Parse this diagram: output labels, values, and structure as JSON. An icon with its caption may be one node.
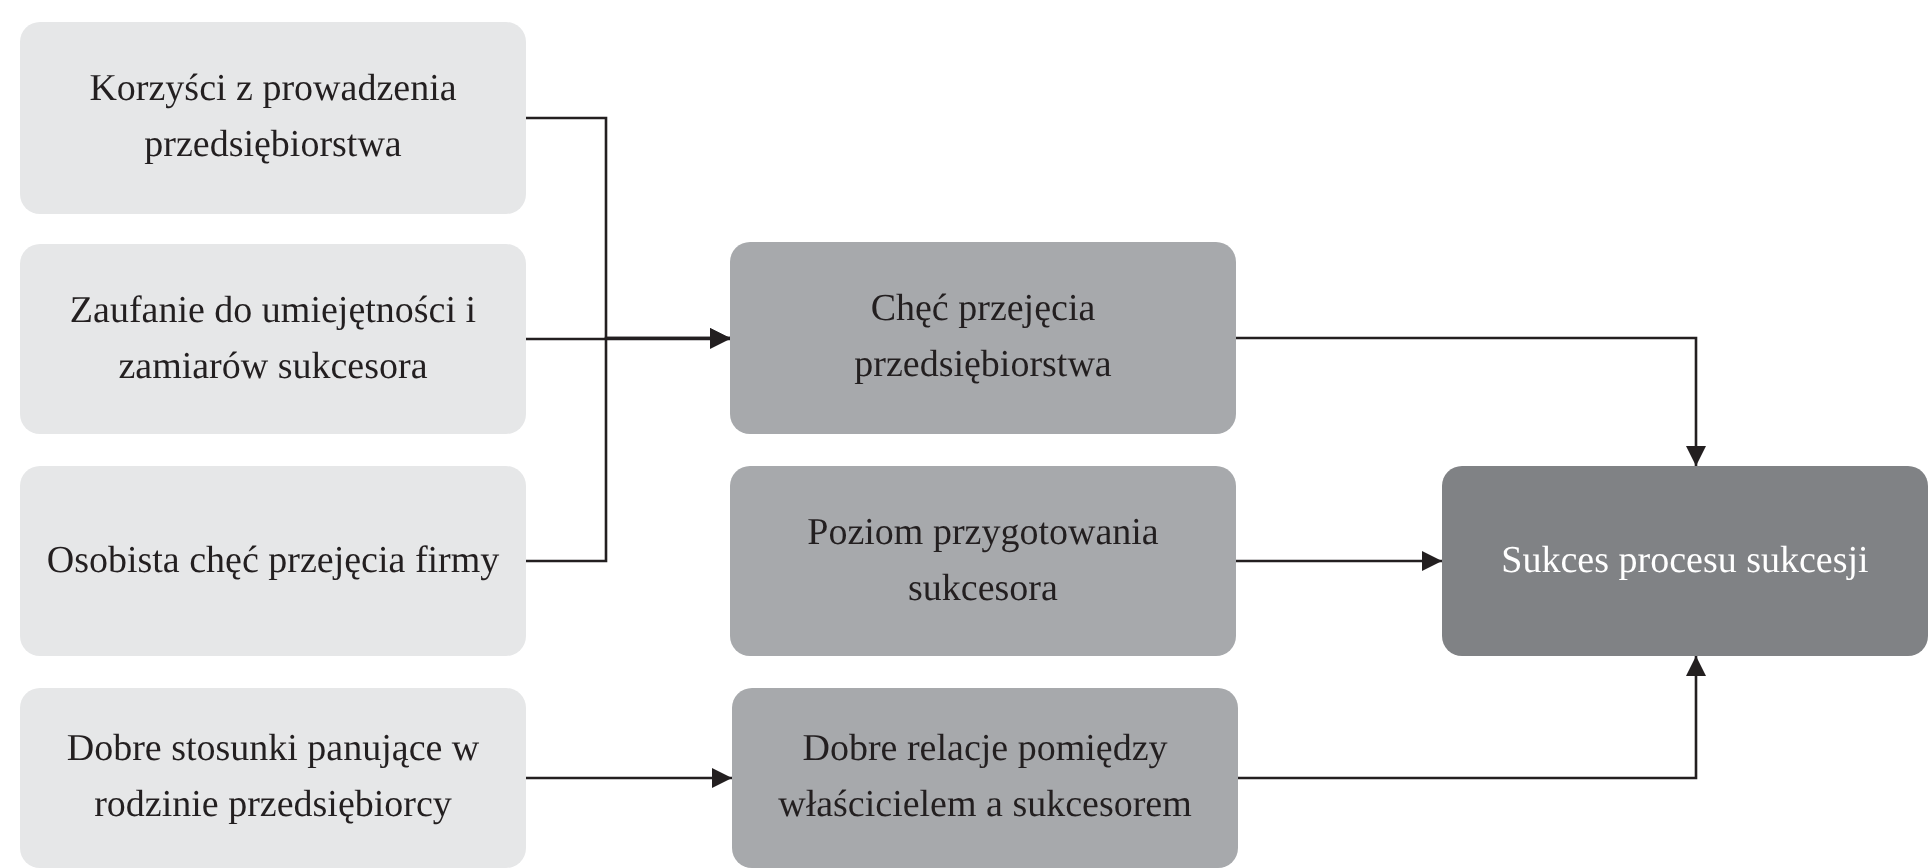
{
  "diagram": {
    "nodes": [
      {
        "text": [
          "Korzyści z prowadzenia przedsiębiorstwa"
        ]
      },
      {
        "text": [
          "Zaufanie do umiejętności i zamiarów sukcesora"
        ]
      },
      {
        "text": [
          "Osobista chęć przejęcia firmy"
        ]
      },
      {
        "text": [
          "Dobre stosunki panujące w rodzinie przedsiębiorcy"
        ]
      },
      {
        "text": [
          "Chęć przejęcia przedsiębiorstwa"
        ]
      },
      {
        "text": [
          "Poziom przygotowania sukcesora"
        ]
      },
      {
        "text": [
          "Dobre relacje pomiędzy właścicielem a sukcesorem"
        ]
      },
      {
        "text": [
          "Sukces procesu sukcesji"
        ]
      }
    ],
    "edges": [
      {
        "from": 0,
        "to": 4,
        "arrow": "to"
      },
      {
        "from": 1,
        "to": 4,
        "arrow": "to"
      },
      {
        "from": 2,
        "to": 4,
        "arrow": "to"
      },
      {
        "from": 3,
        "to": 6,
        "arrow": "to"
      },
      {
        "from": 4,
        "to": 7,
        "arrow": "to"
      },
      {
        "from": 5,
        "to": 7,
        "arrow": "to"
      },
      {
        "from": 6,
        "to": 7,
        "arrow": "to"
      }
    ]
  }
}
